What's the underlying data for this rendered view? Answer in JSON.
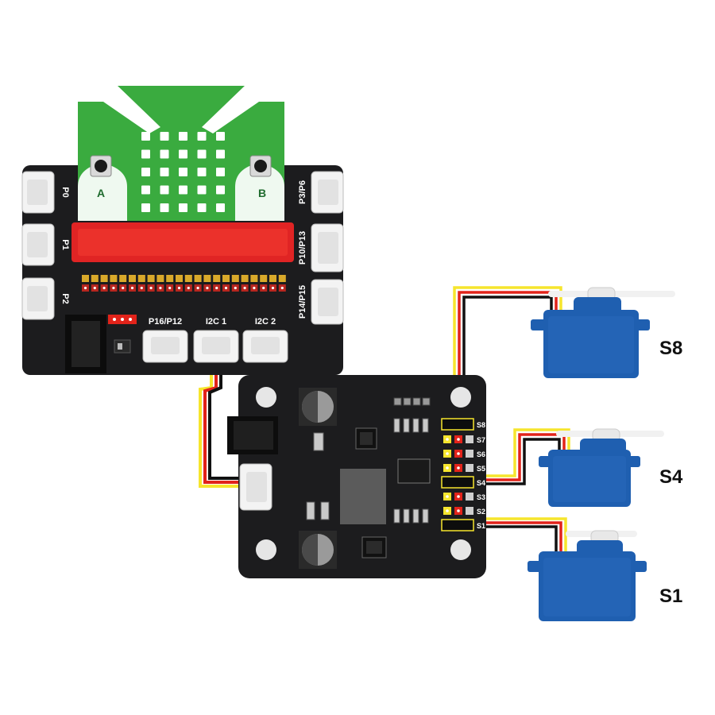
{
  "expansion_board": {
    "buttons": [
      "A",
      "B"
    ],
    "left_ports": [
      "P0",
      "P1",
      "P2"
    ],
    "right_ports": [
      "P3/P6",
      "P10/P13",
      "P14/P15"
    ],
    "bottom_ports": [
      "P16/P12",
      "I2C 1",
      "I2C 2"
    ]
  },
  "servo_driver": {
    "channels": [
      "S8",
      "S7",
      "S6",
      "S5",
      "S4",
      "S3",
      "S2",
      "S1"
    ]
  },
  "servos": [
    "S8",
    "S4",
    "S1"
  ],
  "colors": {
    "board": "#1c1c1e",
    "microbit_green": "#3aab3f",
    "led_bar": "#e02424",
    "servo_blue": "#1f5fb0",
    "wire_yellow": "#f6e52d",
    "wire_red": "#e2231a",
    "wire_black": "#111111"
  }
}
